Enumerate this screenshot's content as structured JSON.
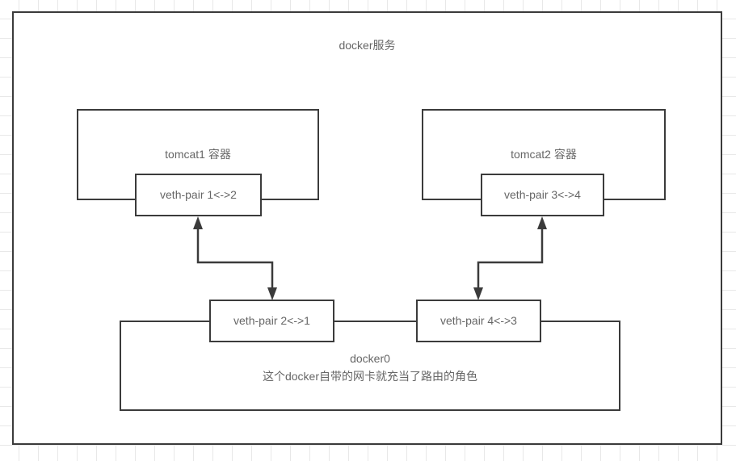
{
  "diagram": {
    "title": "docker服务",
    "outer_box_name": "docker-service-boundary",
    "containers": [
      {
        "id": "tomcat1",
        "label": "tomcat1 容器"
      },
      {
        "id": "tomcat2",
        "label": "tomcat2 容器"
      }
    ],
    "veth_pairs": [
      {
        "id": "veth1",
        "label": "veth-pair 1<->2",
        "location": "inside-tomcat1"
      },
      {
        "id": "veth3",
        "label": "veth-pair 3<->4",
        "location": "inside-tomcat2"
      },
      {
        "id": "veth2",
        "label": "veth-pair 2<->1",
        "location": "on-docker0"
      },
      {
        "id": "veth4",
        "label": "veth-pair 4<->3",
        "location": "on-docker0"
      }
    ],
    "bridge": {
      "name": "docker0",
      "description": "这个docker自带的网卡就充当了路由的角色"
    },
    "colors": {
      "stroke": "#3b3b3b",
      "text": "#666666",
      "background": "#ffffff",
      "grid": "#e8e8e8"
    }
  }
}
